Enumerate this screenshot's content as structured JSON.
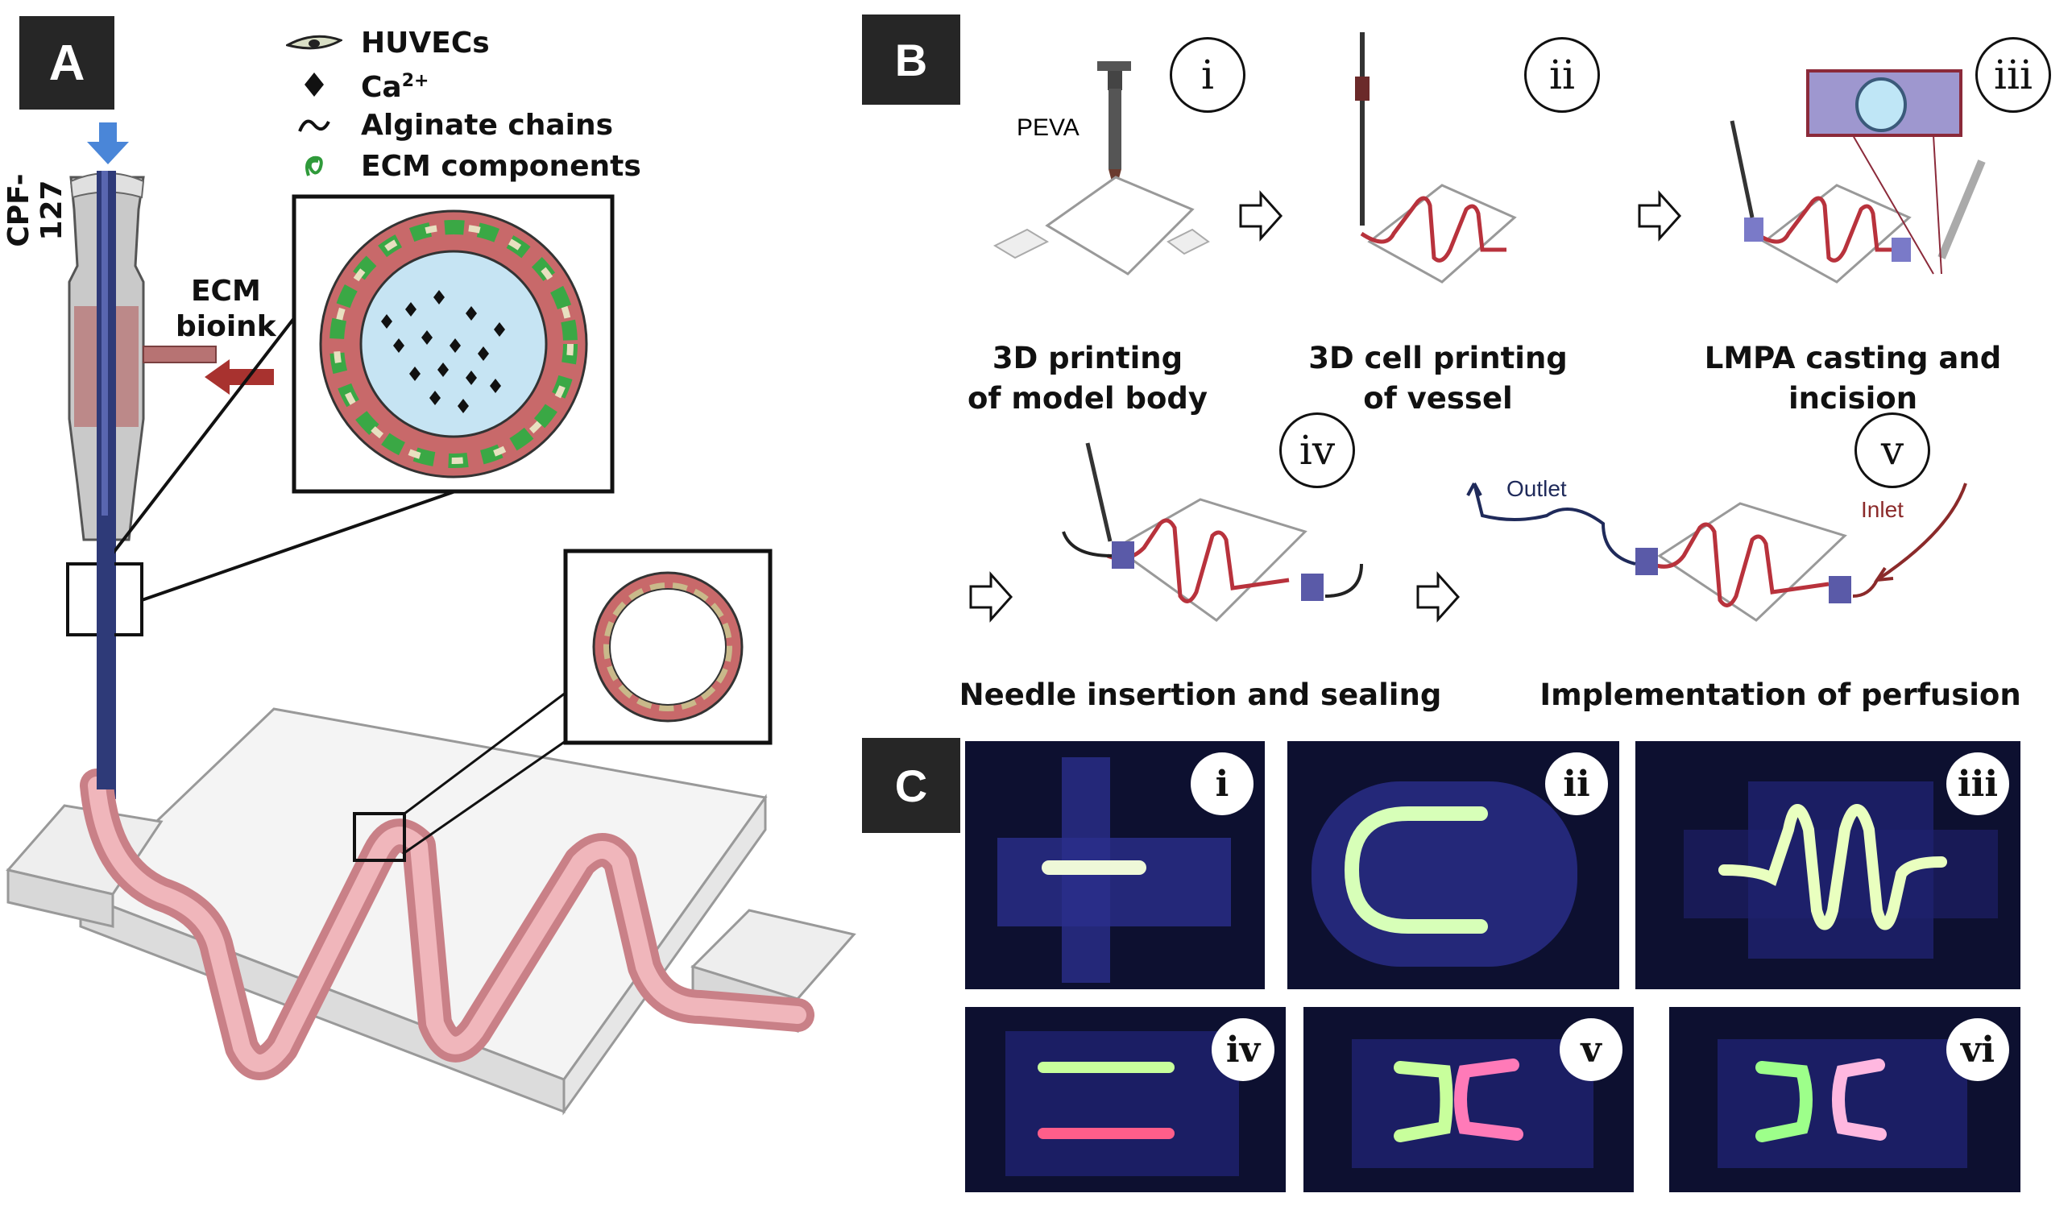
{
  "panel_a": {
    "label": "A",
    "legend": [
      {
        "icon": "huvec-cell-icon",
        "text": "HUVECs"
      },
      {
        "icon": "calcium-diamond-icon",
        "text": "Ca2+"
      },
      {
        "icon": "alginate-wave-icon",
        "text": "Alginate chains"
      },
      {
        "icon": "ecm-coil-icon",
        "text": "ECM components"
      }
    ],
    "cpf_label": "CPF-127",
    "ecm_label_line1": "ECM",
    "ecm_label_line2": "bioink"
  },
  "panel_b": {
    "label": "B",
    "peva_label": "PEVA",
    "steps": [
      {
        "num": "i",
        "caption_line1": "3D printing",
        "caption_line2": "of model body"
      },
      {
        "num": "ii",
        "caption_line1": "3D cell printing",
        "caption_line2": "of vessel"
      },
      {
        "num": "iii",
        "caption_line1": "LMPA casting and incision",
        "caption_line2": ""
      },
      {
        "num": "iv",
        "caption_line1": "Needle insertion and sealing",
        "caption_line2": ""
      },
      {
        "num": "v",
        "caption_line1": "Implementation of perfusion",
        "caption_line2": ""
      }
    ],
    "outlet_label": "Outlet",
    "inlet_label": "Inlet"
  },
  "panel_c": {
    "label": "C",
    "photos": [
      {
        "num": "i",
        "shape": "straight"
      },
      {
        "num": "ii",
        "shape": "u-shape"
      },
      {
        "num": "iii",
        "shape": "serpentine"
      },
      {
        "num": "iv",
        "shape": "parallel"
      },
      {
        "num": "v",
        "shape": "x-junction"
      },
      {
        "num": "vi",
        "shape": "separated-curves"
      }
    ]
  },
  "colors": {
    "label_bg": "#262626",
    "vessel_pink": "#e6a0a6",
    "vessel_red": "#b8323c",
    "lumen_blue": "#c6e4f3",
    "ecm_green": "#3aa845",
    "arrow_blue": "#4a86d8",
    "arrow_red": "#a8322f",
    "photo_bg": "#0d1030",
    "glow_green": "#c8ff9c",
    "glow_pink": "#ff7ab8"
  }
}
